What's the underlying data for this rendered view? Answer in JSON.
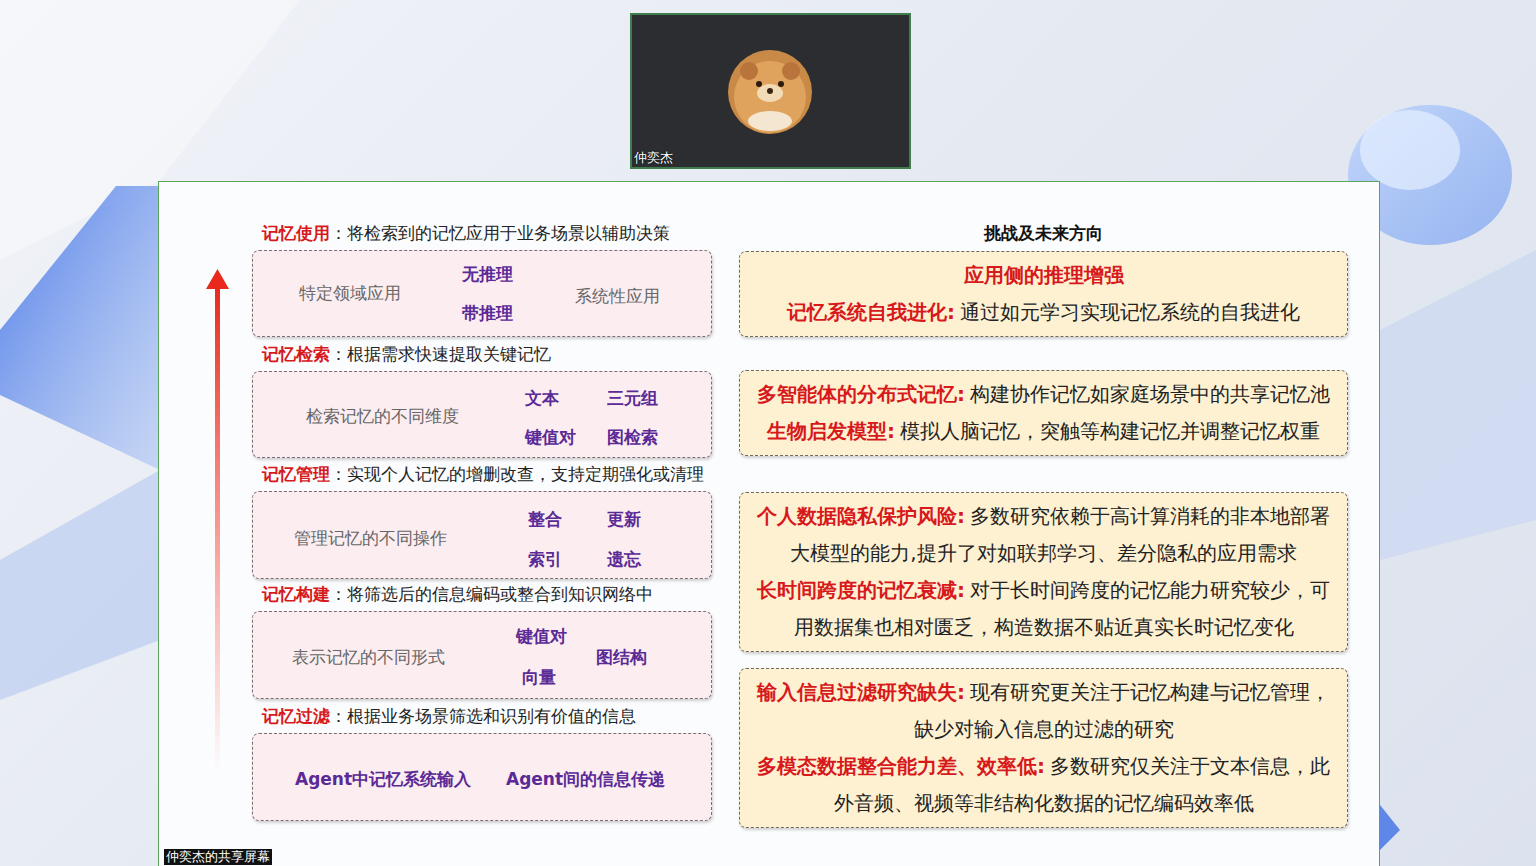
{
  "diagram": {
    "nodes": [
      {
        "text": [
          "仲奕杰"
        ]
      },
      {
        "text": [
          "记忆使用",
          "：将检索到的记忆应用于业务场景以辅助决策",
          "特定领域应用",
          "无推理",
          "带推理",
          "系统性应用"
        ]
      },
      {
        "text": [
          "记忆检索",
          "：根据需求快速提取关键记忆",
          "检索记忆的不同维度",
          "文本",
          "三元组",
          "键值对",
          "图检索"
        ]
      },
      {
        "text": [
          "记忆管理",
          "：实现个人记忆的增删改查，支持定期强化或清理",
          "管理记忆的不同操作",
          "整合",
          "更新",
          "索引",
          "遗忘"
        ]
      },
      {
        "text": [
          "记忆构建",
          "：将筛选后的信息编码或整合到知识网络中",
          "表示记忆的不同形式",
          "键值对",
          "向量",
          "图结构"
        ]
      },
      {
        "text": [
          "记忆过滤",
          "：根据业务场景筛选和识别有价值的信息",
          "Agent中记忆系统输入",
          "Agent间的信息传递"
        ]
      },
      {
        "text": [
          "应用侧的推理增强",
          "记忆系统自我进化:",
          "通过如元学习实现记忆系统的自我进化"
        ]
      },
      {
        "text": [
          "多智能体的分布式记忆:",
          "构建协作记忆如家庭场景中的共享记忆池",
          "生物启发模型:",
          "模拟人脑记忆，突触等构建记忆并调整记忆权重"
        ]
      },
      {
        "text": [
          "个人数据隐私保护风险:",
          "多数研究依赖于高计算消耗的非本地部署大模型的能力,提升了对如联邦学习、差分隐私的应用需求",
          "长时间跨度的记忆衰减:",
          "对于长时间跨度的记忆能力研究较少，可用数据集也相对匮乏，构造数据不贴近真实长时记忆变化"
        ]
      },
      {
        "text": [
          "输入信息过滤研究缺失:",
          "现有研究更关注于记忆构建与记忆管理，缺少对输入信息的过滤的研究",
          "多模态数据整合能力差、效率低:",
          "多数研究仅关注于文本信息，此外音频、视频等非结构化数据的记忆编码效率低"
        ]
      }
    ],
    "labels": [
      "挑战及未来方向",
      "仲奕杰的共享屏幕"
    ]
  }
}
